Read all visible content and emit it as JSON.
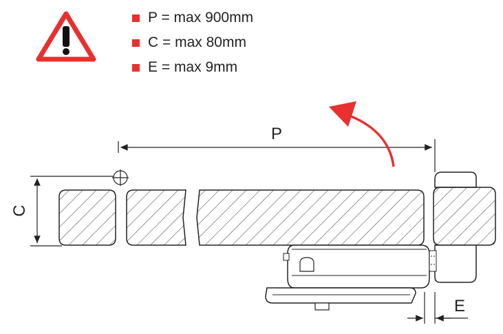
{
  "specs": [
    {
      "text": "P = max 900mm"
    },
    {
      "text": "C = max 80mm"
    },
    {
      "text": "E = max 9mm"
    }
  ],
  "labels": {
    "p": "P",
    "c": "C",
    "e": "E"
  },
  "icons": {
    "warning": "warning-triangle-icon",
    "pivot": "pivot-crosshair-icon",
    "arrow": "opening-arrow-icon"
  },
  "colors": {
    "accent": "#e8302e",
    "line": "#222222",
    "hatch": "#555555"
  }
}
